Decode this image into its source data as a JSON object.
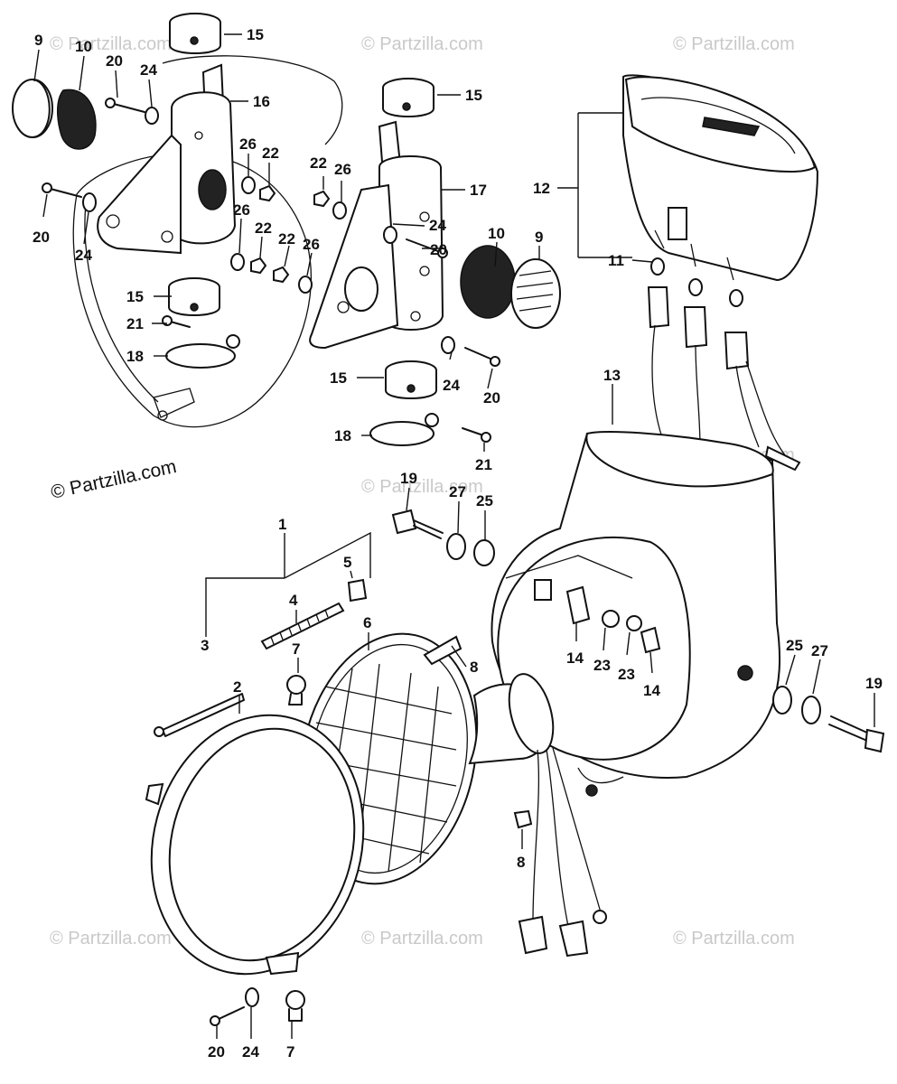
{
  "copyright": "© Partzilla.com",
  "watermark": "© Partzilla.com",
  "callouts": {
    "c1": "1",
    "c2": "2",
    "c3": "3",
    "c4": "4",
    "c5": "5",
    "c6": "6",
    "c7a": "7",
    "c7b": "7",
    "c8a": "8",
    "c8b": "8",
    "c9a": "9",
    "c9b": "9",
    "c10a": "10",
    "c10b": "10",
    "c11": "11",
    "c12": "12",
    "c13": "13",
    "c14a": "14",
    "c14b": "14",
    "c15a": "15",
    "c15b": "15",
    "c15c": "15",
    "c15d": "15",
    "c16": "16",
    "c17": "17",
    "c18a": "18",
    "c18b": "18",
    "c19a": "19",
    "c19b": "19",
    "c20a": "20",
    "c20b": "20",
    "c20c": "20",
    "c20d": "20",
    "c20e": "20",
    "c21a": "21",
    "c21b": "21",
    "c22a": "22",
    "c22b": "22",
    "c22c": "22",
    "c22d": "22",
    "c23a": "23",
    "c23b": "23",
    "c24a": "24",
    "c24b": "24",
    "c24c": "24",
    "c24d": "24",
    "c24e": "24",
    "c25a": "25",
    "c25b": "25",
    "c26a": "26",
    "c26b": "26",
    "c26c": "26",
    "c26d": "26",
    "c27a": "27",
    "c27b": "27"
  }
}
